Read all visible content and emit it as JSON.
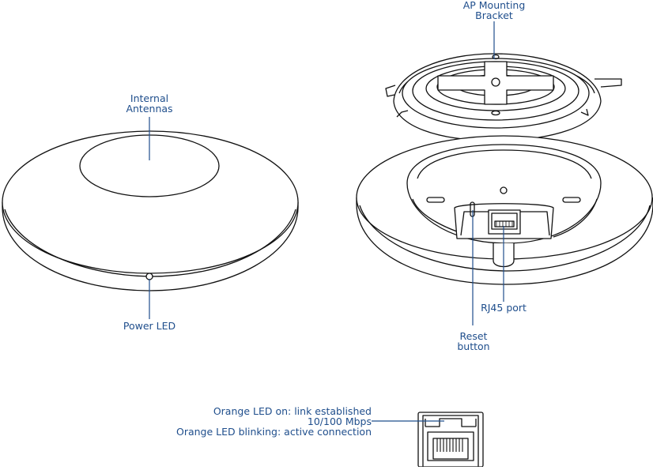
{
  "labels": {
    "ap_mounting_bracket": [
      "AP Mounting",
      "Bracket"
    ],
    "internal_antennas": [
      "Internal",
      "Antennas"
    ],
    "power_led": "Power LED",
    "rj45_port": "RJ45 port",
    "reset_button": [
      "Reset",
      "button"
    ],
    "led_legend": [
      "Orange LED on: link established",
      "10/100 Mbps",
      "Orange LED blinking: active connection"
    ]
  },
  "colors": {
    "label": "#1f4e8c",
    "line": "#1f4e8c",
    "outline": "#111111"
  }
}
